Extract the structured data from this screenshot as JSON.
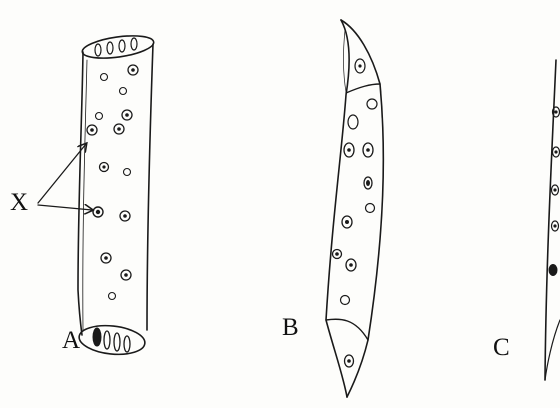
{
  "labels": {
    "x": "X",
    "a": "A",
    "b": "B",
    "c": "C"
  },
  "colors": {
    "ink": "#1a1a1a",
    "paper": "#fdfdfb"
  }
}
